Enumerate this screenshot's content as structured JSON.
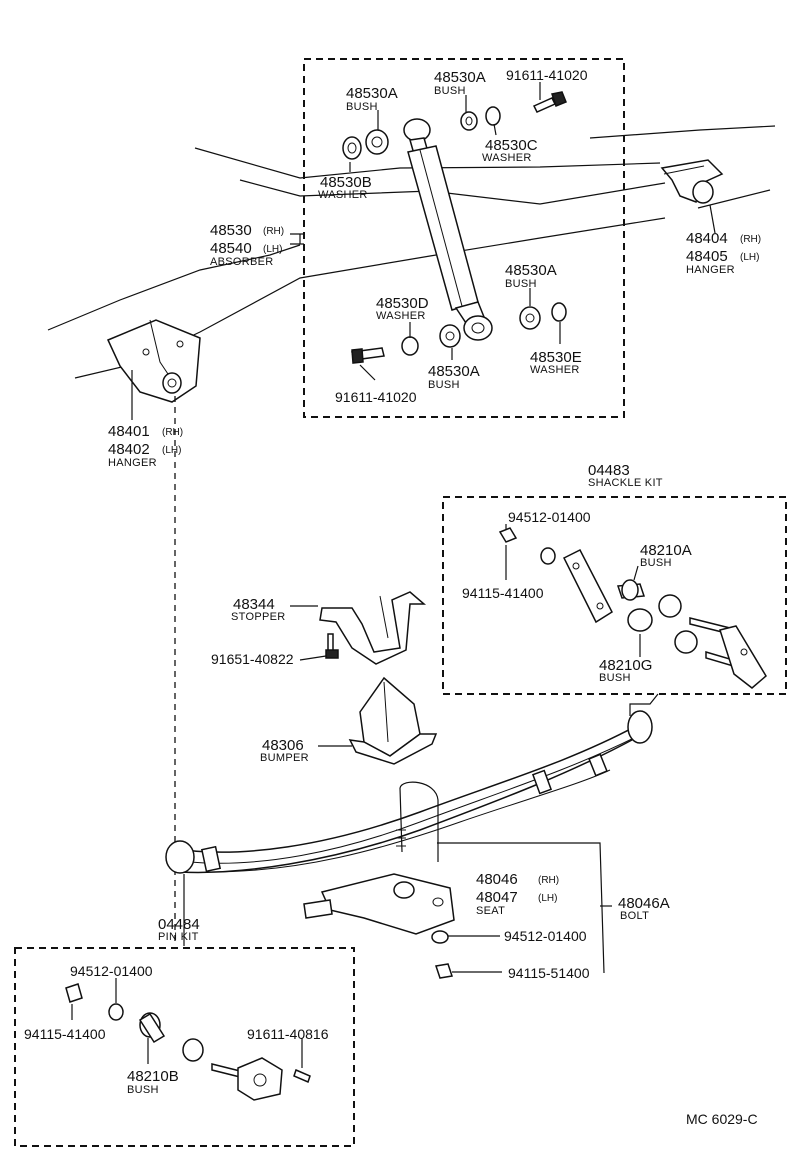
{
  "labels": {
    "bush_48530a_1": {
      "code": "48530A",
      "name": "BUSH"
    },
    "bush_48530a_2": {
      "code": "48530A",
      "name": "BUSH"
    },
    "bolt_91611_41020_top": {
      "code": "91611-41020"
    },
    "washer_48530c": {
      "code": "48530C",
      "name": "WASHER"
    },
    "washer_48530b": {
      "code": "48530B",
      "name": "WASHER"
    },
    "absorber": {
      "code_rh": "48530",
      "rh": "(RH)",
      "code_lh": "48540",
      "lh": "(LH)",
      "name": "ABSORBER"
    },
    "hanger_48404": {
      "code_rh": "48404",
      "rh": "(RH)",
      "code_lh": "48405",
      "lh": "(LH)",
      "name": "HANGER"
    },
    "bush_48530a_3": {
      "code": "48530A",
      "name": "BUSH"
    },
    "washer_48530d": {
      "code": "48530D",
      "name": "WASHER"
    },
    "washer_48530e": {
      "code": "48530E",
      "name": "WASHER"
    },
    "bush_48530a_4": {
      "code": "48530A",
      "name": "BUSH"
    },
    "bolt_91611_41020_bottom": {
      "code": "91611-41020"
    },
    "hanger_48401": {
      "code_rh": "48401",
      "rh": "(RH)",
      "code_lh": "48402",
      "lh": "(LH)",
      "name": "HANGER"
    },
    "shackle_kit": {
      "code": "04483",
      "name": "SHACKLE KIT"
    },
    "washer_94512_top": {
      "code": "94512-01400"
    },
    "nut_94115_41400_top": {
      "code": "94115-41400"
    },
    "bush_48210a": {
      "code": "48210A",
      "name": "BUSH"
    },
    "bush_48210g": {
      "code": "48210G",
      "name": "BUSH"
    },
    "stopper": {
      "code": "48344",
      "name": "STOPPER"
    },
    "bolt_91651": {
      "code": "91651-40822"
    },
    "bumper": {
      "code": "48306",
      "name": "BUMPER"
    },
    "seat": {
      "code_rh": "48046",
      "rh": "(RH)",
      "code_lh": "48047",
      "lh": "(LH)",
      "name": "SEAT"
    },
    "bolt_48046a": {
      "code": "48046A",
      "name": "BOLT"
    },
    "washer_94512_mid": {
      "code": "94512-01400"
    },
    "nut_94115_51400": {
      "code": "94115-51400"
    },
    "pin_kit": {
      "code": "04484",
      "name": "PIN KIT"
    },
    "washer_94512_bottom": {
      "code": "94512-01400"
    },
    "nut_94115_41400_bottom": {
      "code": "94115-41400"
    },
    "bush_48210b": {
      "code": "48210B",
      "name": "BUSH"
    },
    "bolt_91611_40816": {
      "code": "91611-40816"
    }
  },
  "figure_code": "MC 6029-C"
}
